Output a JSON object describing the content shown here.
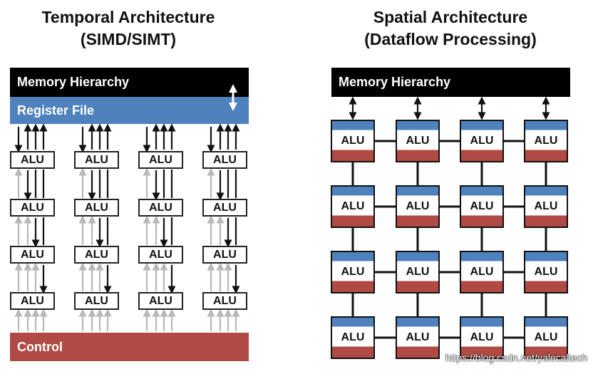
{
  "temporal": {
    "title_line1": "Temporal Architecture",
    "title_line2": "(SIMD/SIMT)",
    "memory_label": "Memory Hierarchy",
    "register_label": "Register File",
    "control_label": "Control",
    "alu_label": "ALU",
    "columns": 4,
    "rows": 4
  },
  "spatial": {
    "title_line1": "Spatial Architecture",
    "title_line2": "(Dataflow Processing)",
    "memory_label": "Memory Hierarchy",
    "alu_label": "ALU",
    "columns": 4,
    "rows": 4
  },
  "colors": {
    "memory": "#000000",
    "register": "#4f81bd",
    "control": "#b04a44",
    "pe_top": "#4f81bd",
    "pe_bottom": "#b04a44",
    "light_arrow": "#b8b8b8"
  },
  "watermark": "https://blog.csdn.net/yalecaltech"
}
